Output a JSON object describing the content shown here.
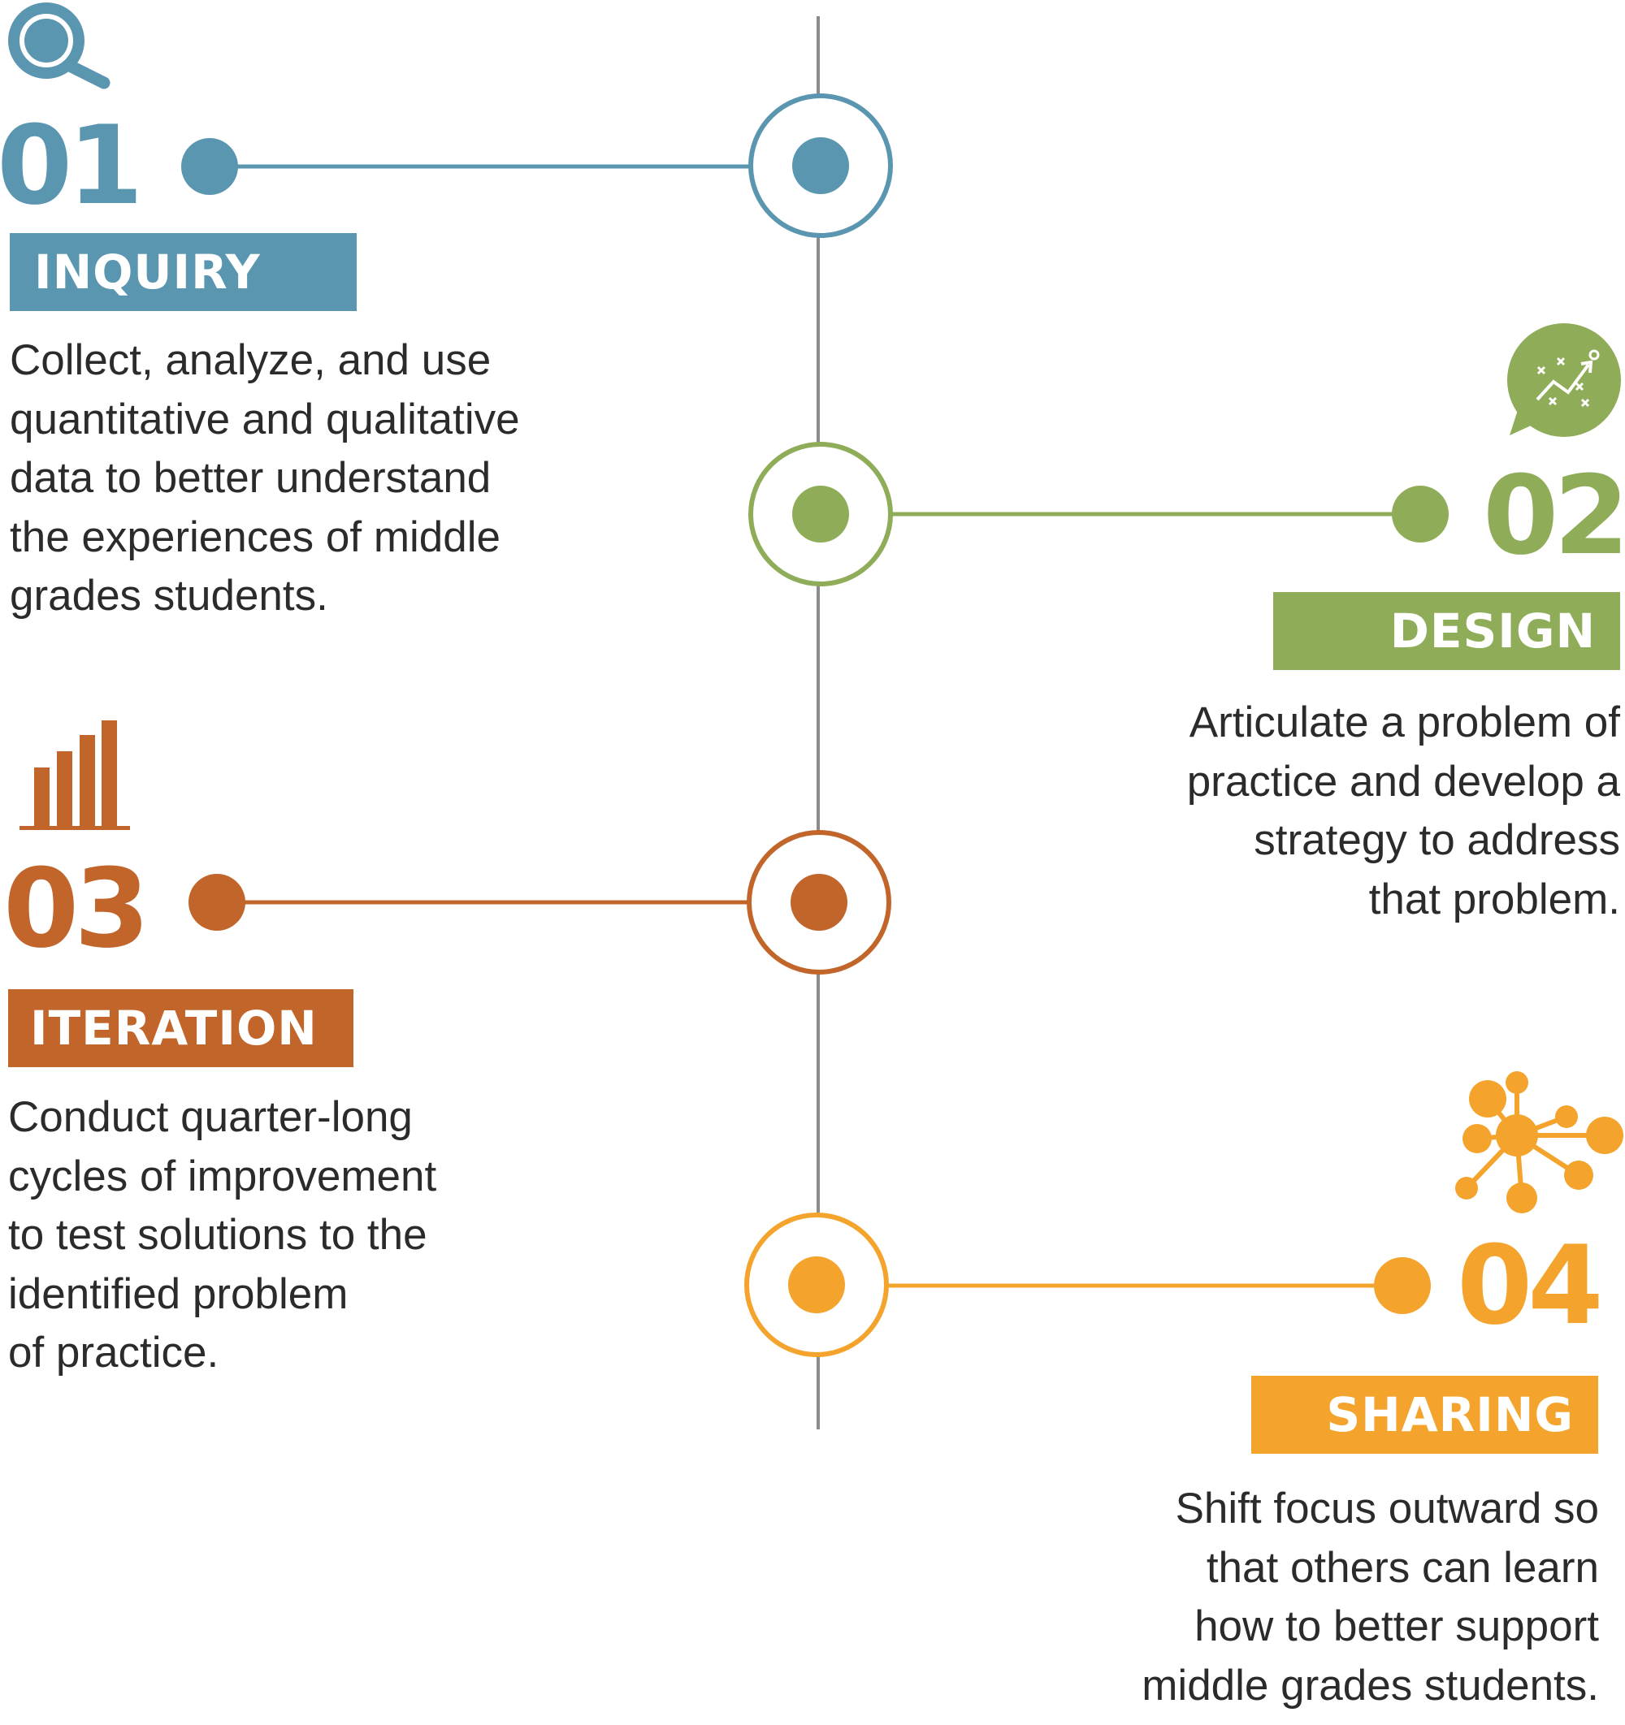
{
  "steps": [
    {
      "number": "01",
      "label": "INQUIRY",
      "description": "Collect, analyze, and use\nquantitative and qualitative\ndata to better understand\nthe experiences of middle\ngrades students.",
      "icon": "magnifier-icon",
      "color": "#5b96b0"
    },
    {
      "number": "02",
      "label": "DESIGN",
      "description": "Articulate a problem of\npractice and develop a\nstrategy to address\nthat problem.",
      "icon": "strategy-chat-icon",
      "color": "#8fac58"
    },
    {
      "number": "03",
      "label": "ITERATION",
      "description": "Conduct quarter-long\ncycles of improvement\nto test solutions to the\nidentified problem\nof practice.",
      "icon": "bar-chart-icon",
      "color": "#c1652a"
    },
    {
      "number": "04",
      "label": "SHARING",
      "description": "Shift focus outward so\nthat others can learn\nhow to better support\nmiddle grades students.",
      "icon": "network-hub-icon",
      "color": "#f4a42c"
    }
  ],
  "timeline_color": "#8c8c8c"
}
